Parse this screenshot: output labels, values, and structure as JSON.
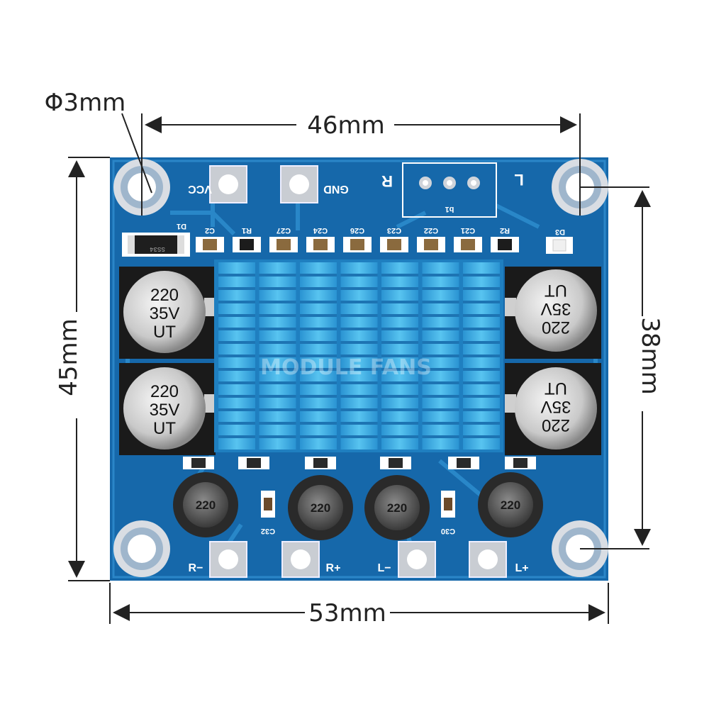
{
  "dimensions": {
    "hole_diameter": "Φ3mm",
    "hole_spacing_x": "46mm",
    "board_width": "53mm",
    "board_height": "45mm",
    "hole_spacing_y": "38mm"
  },
  "board": {
    "color": "#1a6fb0",
    "heatsink_color": "#3fb0e6",
    "watermark": "MODULE FANS",
    "silkscreen": {
      "vcc": "VCC",
      "gnd": "GND",
      "channel_right": "R",
      "channel_left": "L",
      "pot": "b1",
      "d1": "D1",
      "d3": "D3",
      "diode_marking": "SS34",
      "components_top": [
        "C2",
        "R1",
        "C27",
        "C24",
        "C26",
        "C23",
        "C22",
        "C21",
        "R2"
      ],
      "c32": "C32",
      "c30": "C30",
      "r_minus": "R−",
      "r_plus": "R+",
      "l_minus": "L−",
      "l_plus": "L+"
    },
    "capacitors": [
      {
        "value": "220",
        "voltage": "35V",
        "brand": "UT"
      },
      {
        "value": "220",
        "voltage": "35V",
        "brand": "UT"
      },
      {
        "value": "220",
        "voltage": "35V",
        "brand": "UT"
      },
      {
        "value": "220",
        "voltage": "35V",
        "brand": "UT"
      }
    ],
    "inductor_label": "220"
  }
}
